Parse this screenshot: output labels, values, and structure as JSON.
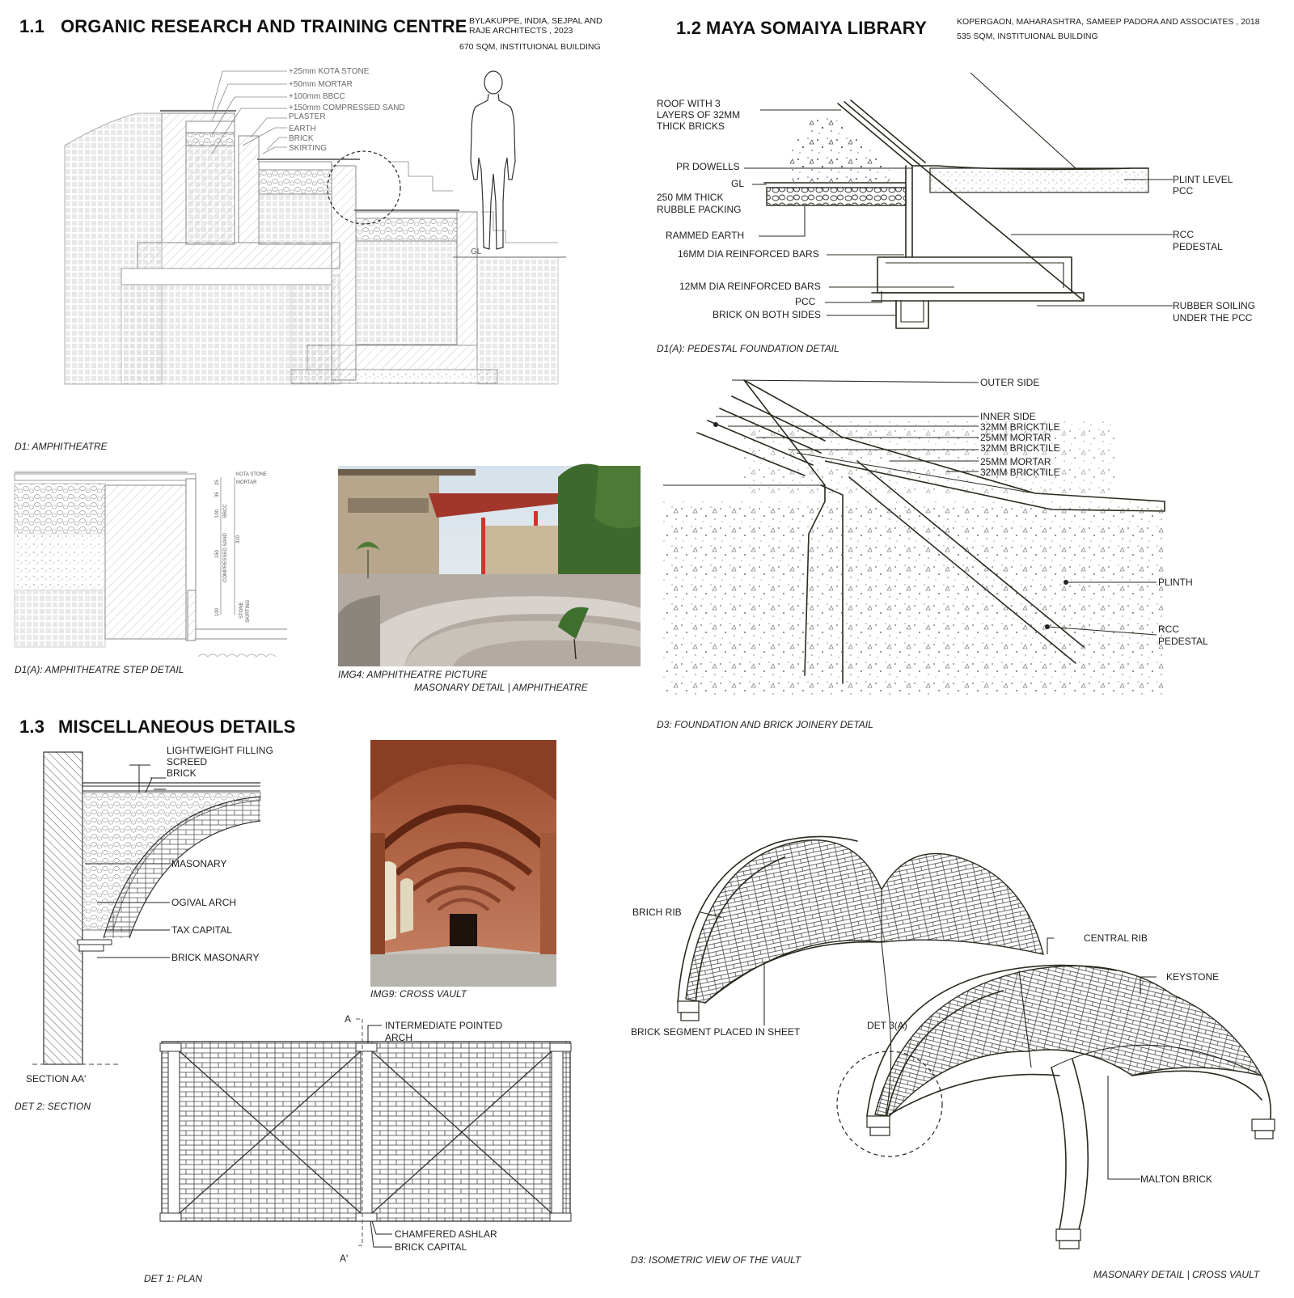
{
  "s1": {
    "num": "1.1",
    "title": "ORGANIC RESEARCH AND TRAINING CENTRE",
    "meta1": "BYLAKUPPE, INDIA, SEJPAL AND",
    "meta2": "RAJE ARCHITECTS , 2023",
    "meta3": "670 SQM, INSTITUIONAL BUILDING",
    "layers": [
      "25mm KOTA STONE",
      "50mm MORTAR",
      "100mm BBCC",
      "150mm COMPRESSED SAND",
      "PLASTER",
      "EARTH",
      "BRICK",
      "SKIRTING"
    ],
    "gl": "GL",
    "cap_d1": "D1: AMPHITHEATRE",
    "step_dims": [
      "25",
      "35",
      "100",
      "150",
      "310",
      "100"
    ],
    "step_labels": [
      "KOTA STONE",
      "MORTAR",
      "BBCC",
      "COMPRESSED SAND",
      "STONE",
      "SKIRTING"
    ],
    "cap_d1a": "D1(A): AMPHITHEATRE STEP DETAIL",
    "cap_img4": "IMG4: AMPHITHEATRE PICTURE",
    "cap_footer": "MASONARY DETAIL | AMPHITHEATRE"
  },
  "s2": {
    "num": "1.2",
    "title": "MAYA SOMAIYA LIBRARY",
    "meta1": "KOPERGAON, MAHARASHTRA, SAMEEP PADORA AND ASSOCIATES , 2018",
    "meta2": "535 SQM, INSTITUIONAL BUILDING",
    "left": [
      "ROOF WITH 3",
      "LAYERS OF 32MM",
      "THICK BRICKS",
      "PR DOWELLS",
      "GL",
      "250 MM THICK",
      "RUBBLE PACKING",
      "RAMMED EARTH",
      "16MM DIA REINFORCED BARS",
      "12MM DIA REINFORCED BARS",
      "PCC",
      "BRICK ON BOTH SIDES"
    ],
    "right": [
      "PLINT LEVEL",
      "PCC",
      "RCC",
      "PEDESTAL",
      "RUBBER SOILING",
      "UNDER THE PCC"
    ],
    "cap_d1a": "D1(A): PEDESTAL FOUNDATION DETAIL",
    "d3": [
      "OUTER SIDE",
      "INNER SIDE",
      "32MM BRICKTILE",
      "25MM MORTAR",
      "32MM BRICKTILE",
      "25MM MORTAR",
      "32MM BRICKTILE",
      "PLINTH",
      "RCC",
      "PEDESTAL"
    ],
    "cap_d3": "D3: FOUNDATION AND BRICK JOINERY DETAIL"
  },
  "s3": {
    "num": "1.3",
    "title": "MISCELLANEOUS DETAILS",
    "arch": [
      "LIGHTWEIGHT FILLING",
      "SCREED",
      "BRICK",
      "MASONARY",
      "OGIVAL ARCH",
      "TAX CAPITAL",
      "BRICK MASONARY"
    ],
    "section": "SECTION AA'",
    "cap_det2": "DET 2: SECTION",
    "cap_img9": "IMG9: CROSS VAULT",
    "plan": [
      "INTERMEDIATE POINTED",
      "ARCH",
      "CHAMFERED ASHLAR",
      "BRICK CAPITAL",
      "A",
      "A'"
    ],
    "cap_det1": "DET 1: PLAN",
    "vault": [
      "BRICH RIB",
      "CENTRAL RIB",
      "KEYSTONE",
      "BRICK SEGMENT PLACED IN SHEET",
      "DET 3(A)",
      "MALTON BRICK"
    ],
    "cap_iso": "D3: ISOMETRIC VIEW OF THE VAULT",
    "cap_footer": "MASONARY DETAIL | CROSS VAULT"
  }
}
